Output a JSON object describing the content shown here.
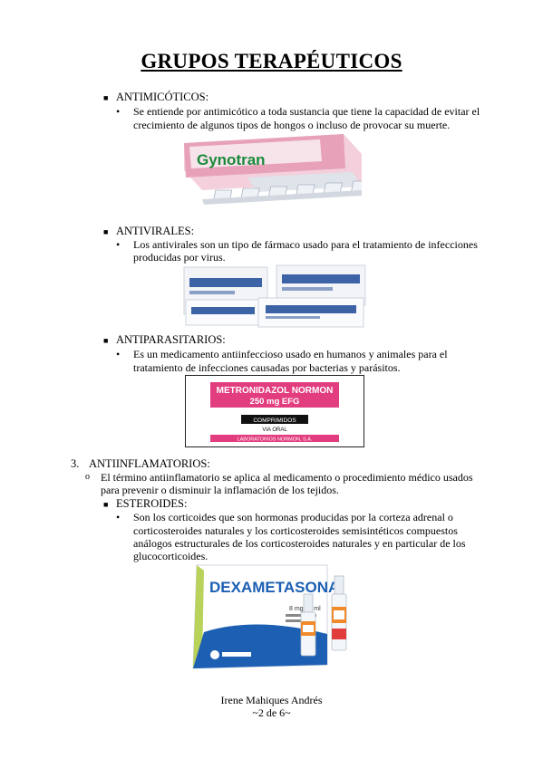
{
  "title": "GRUPOS TERAPÉUTICOS",
  "sections": {
    "antimicoticos": {
      "heading": "ANTIMICÓTICOS:",
      "text_l1": "Se entiende por antimicótico a toda sustancia que tiene la capacidad de evitar el",
      "text_l2": "crecimiento de algunos tipos de hongos o incluso de provocar su muerte.",
      "product": "Gynotran"
    },
    "antivirales": {
      "heading": "ANTIVIRALES:",
      "text_l1": "Los antivirales son un tipo de fármaco usado para el tratamiento de infecciones",
      "text_l2": "producidas por virus."
    },
    "antiparasitarios": {
      "heading": "ANTIPARASITARIOS:",
      "text_l1": "Es un medicamento antiinfeccioso usado en humanos y animales para el",
      "text_l2": "tratamiento de infecciones causadas por bacterias y parásitos.",
      "box_line1": "METRONIDAZOL NORMON",
      "box_line2": "250 mg EFG",
      "box_line3": "COMPRIMIDOS",
      "box_line4": "VIA ORAL",
      "box_line5": "LABORATORIOS NORMON, S.A."
    },
    "antiinflamatorios": {
      "number": "3.",
      "heading": "ANTIINFLAMATORIOS:",
      "text_l1": "El término antiinflamatorio se aplica al medicamento o procedimiento médico usados",
      "text_l2": "para prevenir o disminuir la inflamación de los tejidos.",
      "sub_heading": "ESTEROIDES:",
      "sub_text_l1": "Son los corticoides que son hormonas producidas por la corteza adrenal o",
      "sub_text_l2": "corticosteroides naturales y los corticosteroides semisintéticos compuestos",
      "sub_text_l3": "análogos estructurales de los corticosteroides naturales y en particular de los",
      "sub_text_l4": "glucocorticoides.",
      "product": "DEXAMETASONA",
      "product_dose": "8 mg / 2 ml"
    }
  },
  "footer": {
    "author": "Irene Mahiques Andrés",
    "page": "~2 de 6~"
  },
  "markers": {
    "square": "■",
    "bullet": "•",
    "circle": "o"
  },
  "colors": {
    "pink_box": "#e23d7e",
    "navy_box": "#1d3766",
    "dexa_blue": "#1c5fb3",
    "gynotran_pink": "#e7a2ba"
  }
}
